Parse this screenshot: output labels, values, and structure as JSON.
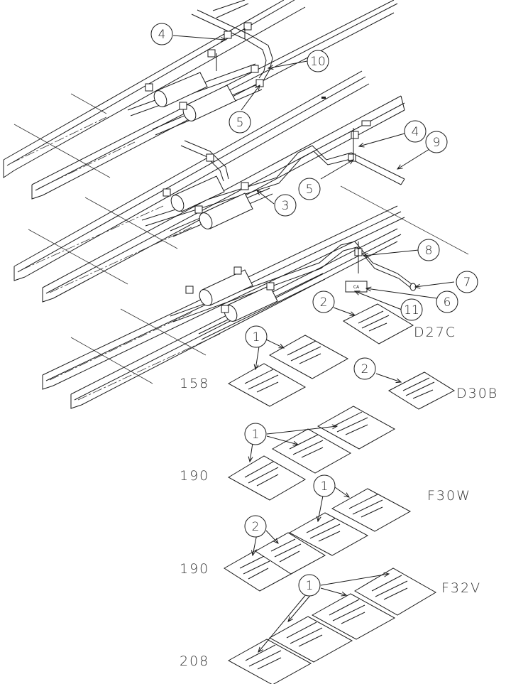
{
  "callouts": {
    "c4a": "4",
    "c10": "10",
    "c5a": "5",
    "c4b": "4",
    "c9": "9",
    "c5b": "5",
    "c3": "3",
    "c8": "8",
    "c7": "7",
    "c6": "6",
    "c11": "11",
    "c2a": "2",
    "c1a": "1",
    "c2b": "2",
    "c1b": "1",
    "c1c": "1",
    "c2c": "2",
    "c1d": "1"
  },
  "labels": {
    "d27c": "D27C",
    "num158": "158",
    "d30b": "D30B",
    "num190a": "190",
    "f30w": "F30W",
    "num190b": "190",
    "f32v": "F32V",
    "num208": "208"
  },
  "sticker_text": "CA"
}
